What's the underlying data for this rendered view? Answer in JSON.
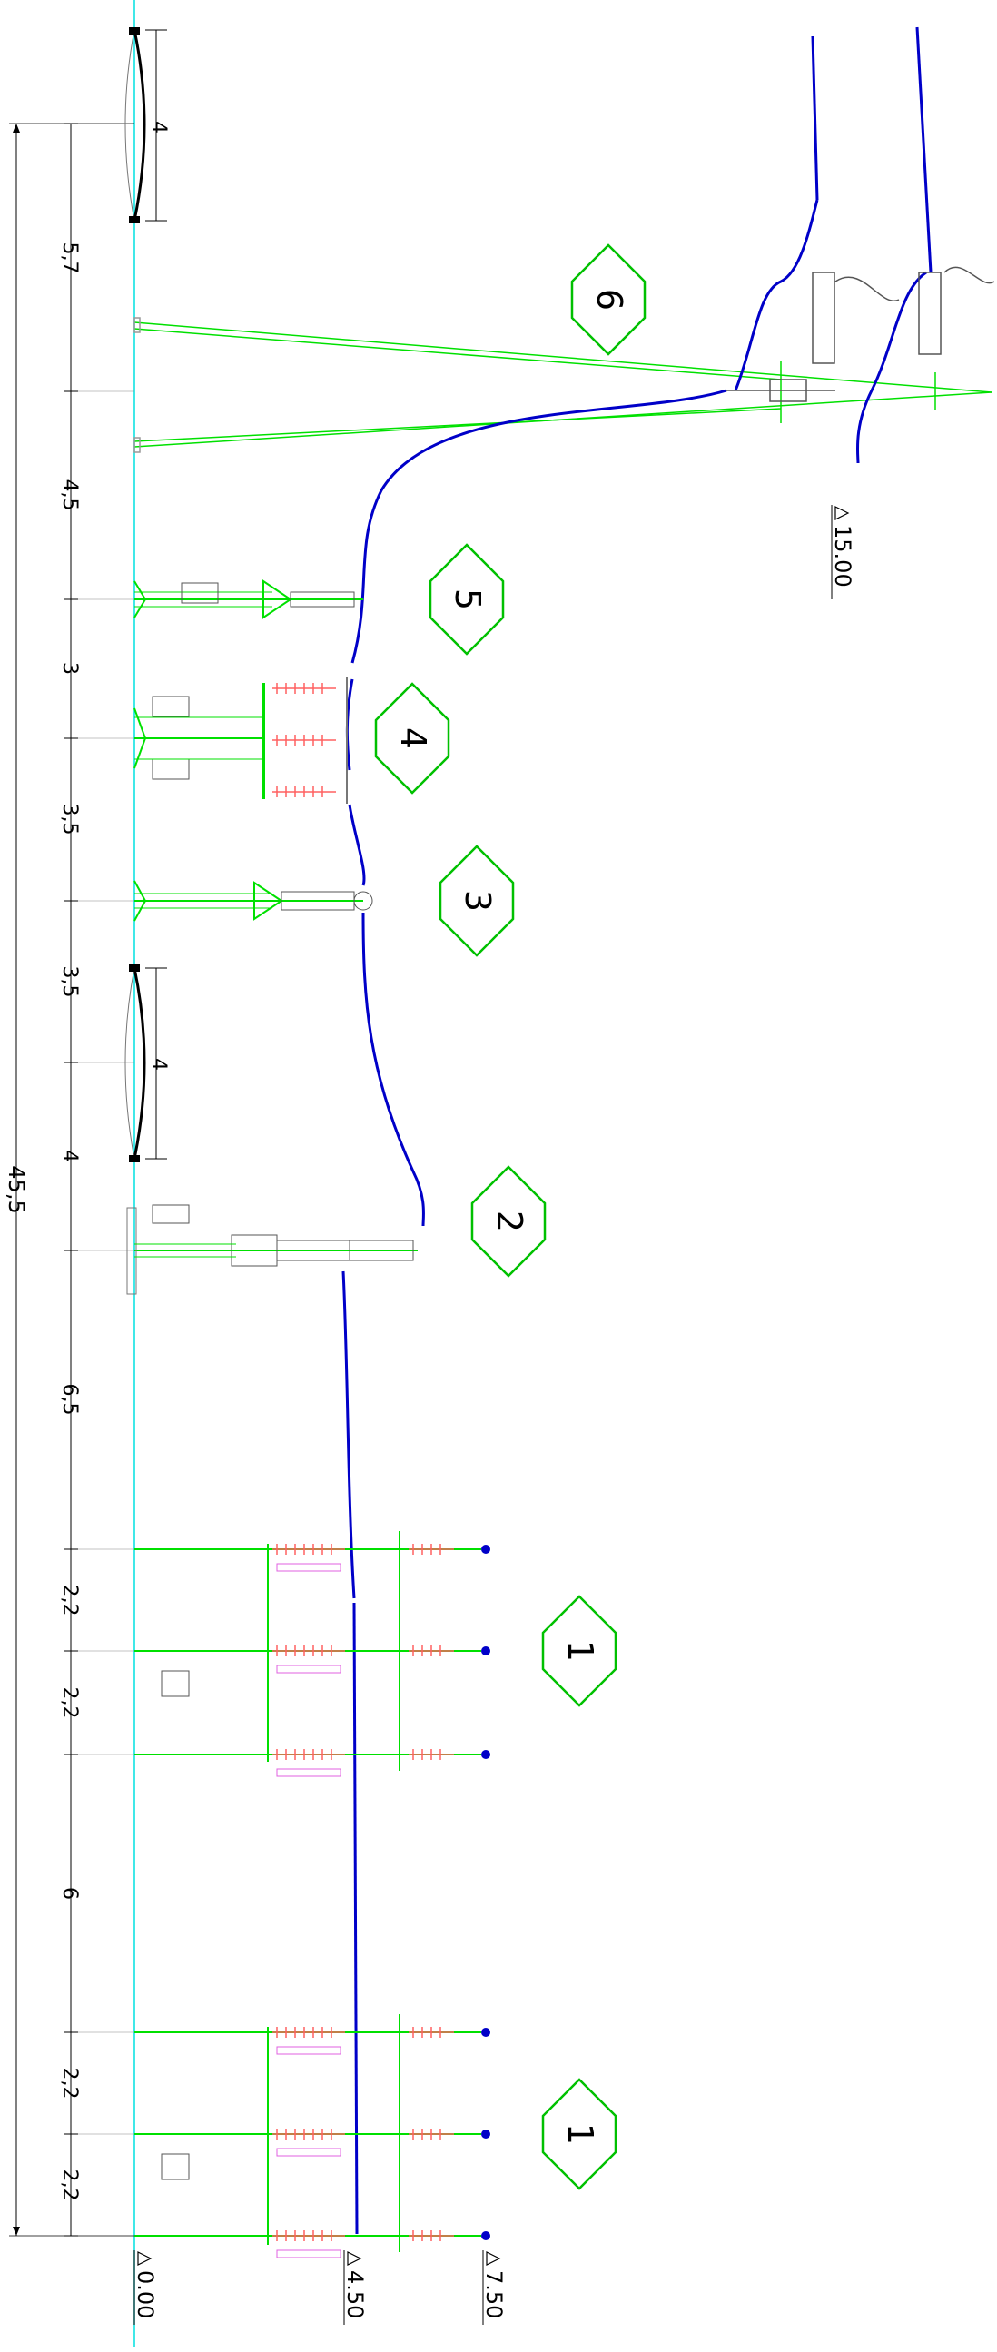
{
  "drawing": {
    "ground_level_label": "0.00",
    "mid_level_label": "4.50",
    "top_level_label": "7.50",
    "conductor_level_label": "15.00"
  },
  "dimensions": {
    "total": "45,5",
    "segments": [
      "2,2",
      "2,2",
      "6",
      "2,2",
      "2,2",
      "6,5",
      "4",
      "3,5",
      "3,5",
      "3",
      "4,5",
      "5,7"
    ],
    "span_top": "4",
    "span_mid": "4"
  },
  "callouts": {
    "c1_lower": "1",
    "c1_upper": "1",
    "c2": "2",
    "c3": "3",
    "c4": "4",
    "c5": "5",
    "c6": "6"
  },
  "colors": {
    "structure": "#00e000",
    "conductor": "#0000c8",
    "insulator": "#ff6060",
    "axis": "#00e0e0",
    "callout": "#00c000",
    "ink": "#000000"
  }
}
